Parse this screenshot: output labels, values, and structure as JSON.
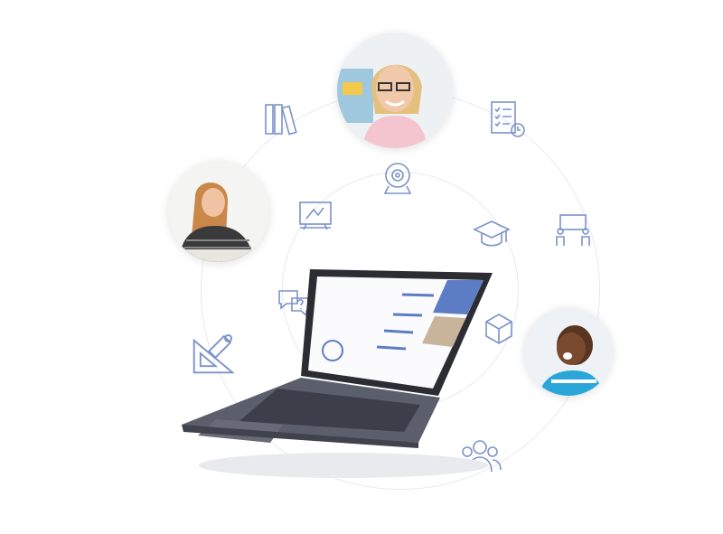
{
  "colors": {
    "icon_stroke": "#7b93c9",
    "ring": "#e6e9f0",
    "laptop_body": "#5b5e6b",
    "screen_accent": "#5c7cc4"
  },
  "icons": [
    {
      "name": "books-icon"
    },
    {
      "name": "checklist-clock-icon"
    },
    {
      "name": "webcam-icon"
    },
    {
      "name": "whiteboard-icon"
    },
    {
      "name": "graduation-cap-icon"
    },
    {
      "name": "presentation-people-icon"
    },
    {
      "name": "question-chat-icon"
    },
    {
      "name": "cube-icon"
    },
    {
      "name": "geometry-tools-icon"
    },
    {
      "name": "group-people-icon"
    }
  ],
  "avatars": [
    {
      "name": "teacher-avatar"
    },
    {
      "name": "student-girl-avatar"
    },
    {
      "name": "student-boy-avatar"
    }
  ]
}
